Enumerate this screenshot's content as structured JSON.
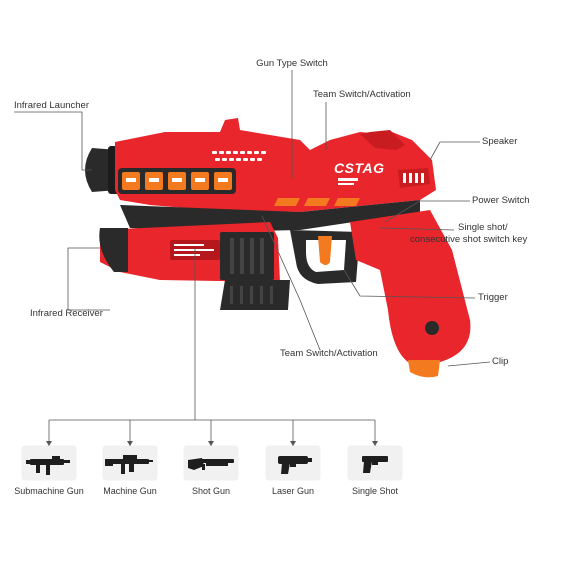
{
  "callouts": {
    "infrared_launcher": "Infrared Launcher",
    "gun_type_switch": "Gun Type Switch",
    "team_switch_top": "Team Switch/Activation",
    "speaker": "Speaker",
    "power_switch": "Power Switch",
    "shot_switch_line1": "Single shot/",
    "shot_switch_line2": "consecutive shot switch key",
    "trigger": "Trigger",
    "infrared_receiver": "Infrared Receiver",
    "team_switch_bottom": "Team Switch/Activation",
    "clip": "Clip"
  },
  "gun_markings": {
    "brand": "CSTAG"
  },
  "modes": [
    {
      "label": "Submachine Gun",
      "icon": "submachine-gun-icon"
    },
    {
      "label": "Machine Gun",
      "icon": "machine-gun-icon"
    },
    {
      "label": "Shot Gun",
      "icon": "shotgun-icon"
    },
    {
      "label": "Laser Gun",
      "icon": "laser-gun-icon"
    },
    {
      "label": "Single Shot",
      "icon": "pistol-icon"
    }
  ],
  "colors": {
    "body_red": "#e8262b",
    "dark_red": "#b5171c",
    "black": "#2a2a2a",
    "orange": "#f47a1f",
    "line": "#555555"
  }
}
